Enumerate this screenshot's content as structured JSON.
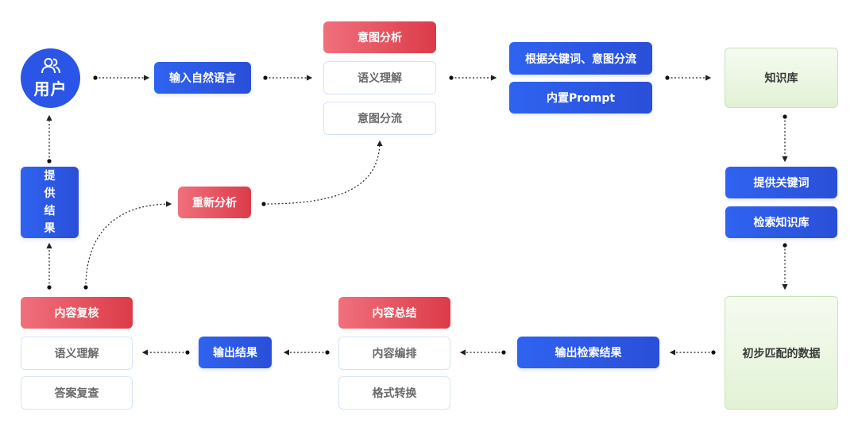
{
  "user": {
    "label": "用户"
  },
  "input_natural_language": "输入自然语言",
  "intent_analysis": {
    "title": "意图分析",
    "items": [
      "语义理解",
      "意图分流"
    ]
  },
  "routing": {
    "keyword_intent": "根据关键词、意图分流",
    "builtin_prompt": "内置Prompt"
  },
  "knowledge_base": "知识库",
  "provide_keywords": "提供关键词",
  "search_kb": "检索知识库",
  "initial_match": "初步匹配的数据",
  "output_search_result": "输出检索结果",
  "content_summary": {
    "title": "内容总结",
    "items": [
      "内容编排",
      "格式转换"
    ]
  },
  "output_result": "输出结果",
  "content_review": {
    "title": "内容复核",
    "items": [
      "语义理解",
      "答案复查"
    ]
  },
  "provide_result": [
    "提",
    "供",
    "结",
    "果"
  ],
  "reanalyze": "重新分析",
  "colors": {
    "blue": "#2a55e6",
    "red": "#dc3b49",
    "green": "#e2f2d5",
    "connector": "#222222"
  }
}
